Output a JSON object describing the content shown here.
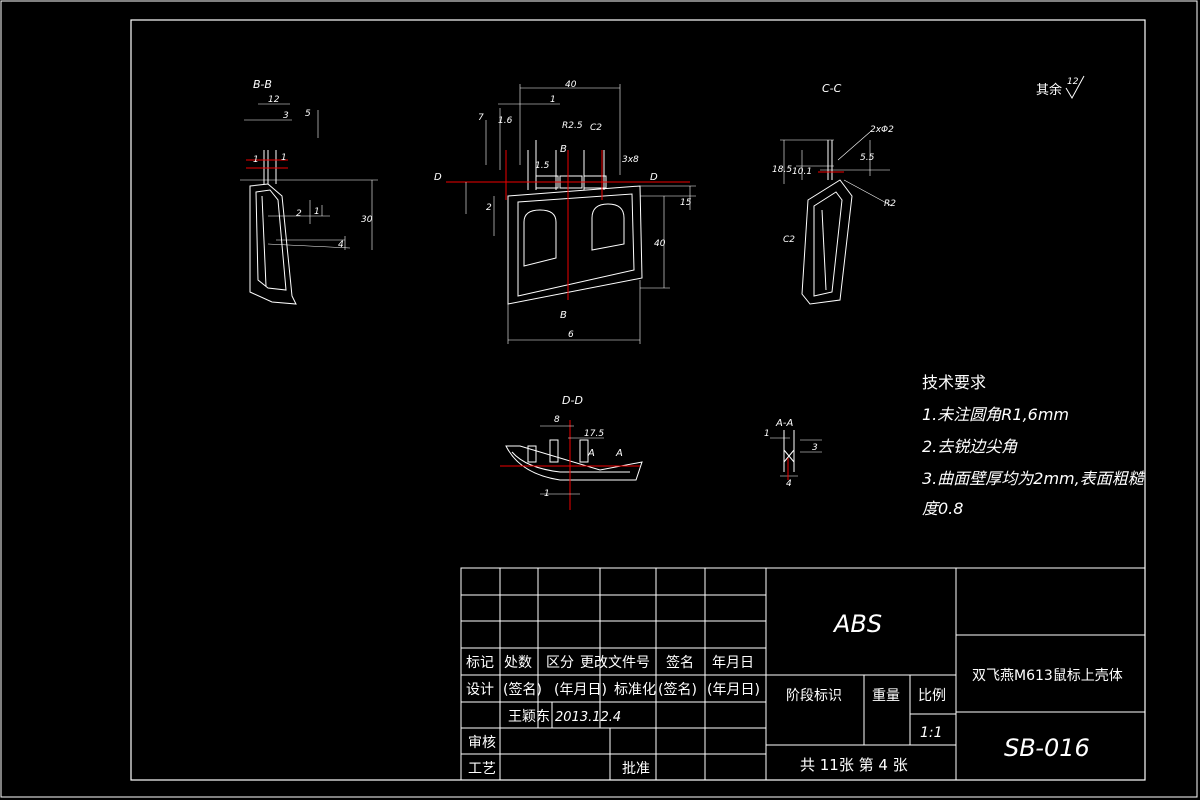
{
  "views": {
    "bb": {
      "title": "B-B",
      "dims": [
        "12",
        "3",
        "5",
        "1",
        "1",
        "2",
        "1",
        "4",
        "30"
      ]
    },
    "main": {
      "dims": [
        "40",
        "1",
        "7",
        "1.6",
        "R2.5",
        "C2",
        "1.5",
        "3x8",
        "2",
        "15",
        "40",
        "6"
      ],
      "sec_label_d": "D",
      "sec_label_b": "B"
    },
    "cc": {
      "title": "C-C",
      "dims": [
        "18.5",
        "10.1",
        "5.5",
        "2xΦ2",
        "R2",
        "C2"
      ]
    },
    "dd": {
      "title": "D-D",
      "dims": [
        "8",
        "17.5",
        "1"
      ],
      "sec_a": "A"
    },
    "aa": {
      "title": "A-A",
      "dims": [
        "1",
        "3",
        "4"
      ]
    }
  },
  "roughness": {
    "label": "其余",
    "value": "12"
  },
  "tech": {
    "heading": "技术要求",
    "items": [
      "1.未注圆角R1,6mm",
      "2.去锐边尖角",
      "3.曲面壁厚均为2mm,表面粗糙",
      "度0.8"
    ]
  },
  "title_block": {
    "material": "ABS",
    "part_name": "双飞燕M613鼠标上壳体",
    "drawing_no": "SB-016",
    "headers_row1": [
      "标记",
      "处数",
      "区分",
      "更改文件号",
      "签名",
      "年月日"
    ],
    "headers_row2": [
      "设计",
      "(签名)",
      "(年月日)",
      "标准化",
      "(签名)",
      "(年月日)"
    ],
    "designer": "王颖东",
    "date": "2013.12.4",
    "review": "审核",
    "process": "工艺",
    "approve": "批准",
    "stage": "阶段标识",
    "weight": "重量",
    "scale_label": "比例",
    "scale": "1:1",
    "sheets": "共 11张 第 4 张"
  }
}
